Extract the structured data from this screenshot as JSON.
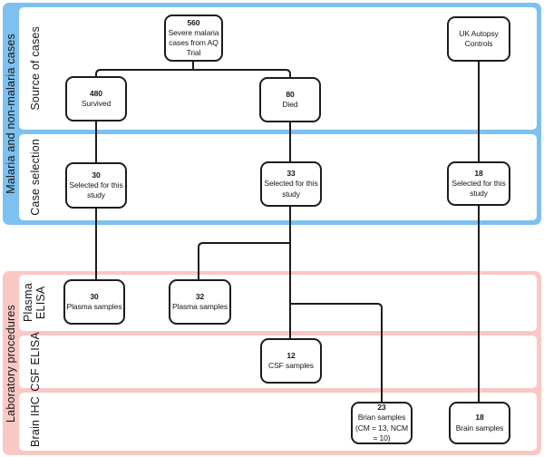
{
  "figure": {
    "regions": {
      "cases": {
        "label": "Malaria and non-malaria cases",
        "bands": {
          "source": "Source of cases",
          "selection": "Case selection"
        }
      },
      "lab": {
        "label": "Laboratory procedures",
        "bands": {
          "plasma": "Plasma ELISA",
          "csf": "CSF ELISA",
          "brain": "Brain IHC"
        }
      }
    },
    "boxes": {
      "severe": {
        "num": "560",
        "lines": [
          "Severe malaria",
          "cases from AQ",
          "Trial"
        ]
      },
      "uk": {
        "num": "",
        "lines": [
          "UK Autopsy",
          "Controls"
        ]
      },
      "survived": {
        "num": "480",
        "lines": [
          "Survived"
        ]
      },
      "died": {
        "num": "80",
        "lines": [
          "Died"
        ]
      },
      "sel30": {
        "num": "30",
        "lines": [
          "Selected for this",
          "study"
        ]
      },
      "sel33": {
        "num": "33",
        "lines": [
          "Selected for this",
          "study"
        ]
      },
      "sel18": {
        "num": "18",
        "lines": [
          "Selected for this",
          "study"
        ]
      },
      "plasma30": {
        "num": "30",
        "lines": [
          "Plasma samples"
        ]
      },
      "plasma32": {
        "num": "32",
        "lines": [
          "Plasma samples"
        ]
      },
      "csf12": {
        "num": "12",
        "lines": [
          "CSF samples"
        ]
      },
      "brain23": {
        "num": "23",
        "lines": [
          "Brian samples",
          "(CM = 13, NCM",
          "= 10)"
        ]
      },
      "brain18": {
        "num": "18",
        "lines": [
          "Brain samples"
        ]
      }
    },
    "colors": {
      "region_blue": "#7ec1f0",
      "region_pink": "#f9c8c5",
      "line": "#1c1c1c"
    }
  }
}
